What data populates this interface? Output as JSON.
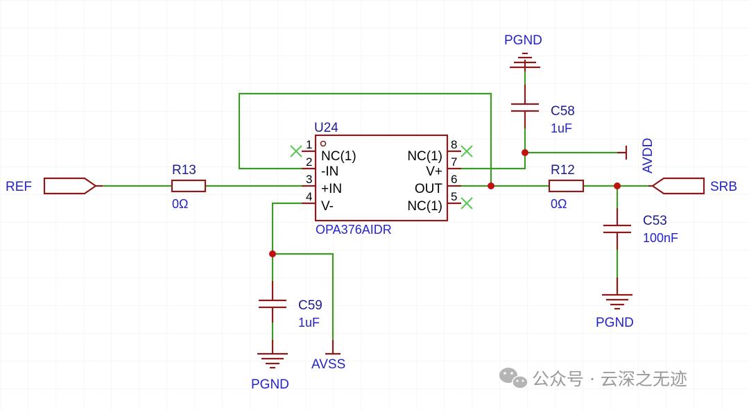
{
  "labels": {
    "ref": "REF",
    "srb": "SRB",
    "avdd": "AVDD",
    "avss": "AVSS",
    "pgnd_top": "PGND",
    "pgnd_c59": "PGND",
    "pgnd_c53": "PGND"
  },
  "u24": {
    "ref": "U24",
    "part": "OPA376AIDR",
    "pins": [
      {
        "num": "1",
        "name": "NC(1)"
      },
      {
        "num": "2",
        "name": "-IN"
      },
      {
        "num": "3",
        "name": "+IN"
      },
      {
        "num": "4",
        "name": "V-"
      },
      {
        "num": "8",
        "name": "NC(1)"
      },
      {
        "num": "7",
        "name": "V+"
      },
      {
        "num": "6",
        "name": "OUT"
      },
      {
        "num": "5",
        "name": "NC(1)"
      }
    ]
  },
  "r13": {
    "ref": "R13",
    "value": "0Ω"
  },
  "r12": {
    "ref": "R12",
    "value": "0Ω"
  },
  "c58": {
    "ref": "C58",
    "value": "1uF"
  },
  "c59": {
    "ref": "C59",
    "value": "1uF"
  },
  "c53": {
    "ref": "C53",
    "value": "100nF"
  },
  "watermark": {
    "text": "公众号 · 云深之无迹"
  },
  "colors": {
    "wire": "#3a9a24",
    "component": "#8b1a1a",
    "label": "#2323c8",
    "junction": "#c01010",
    "grid": "#ececec"
  }
}
